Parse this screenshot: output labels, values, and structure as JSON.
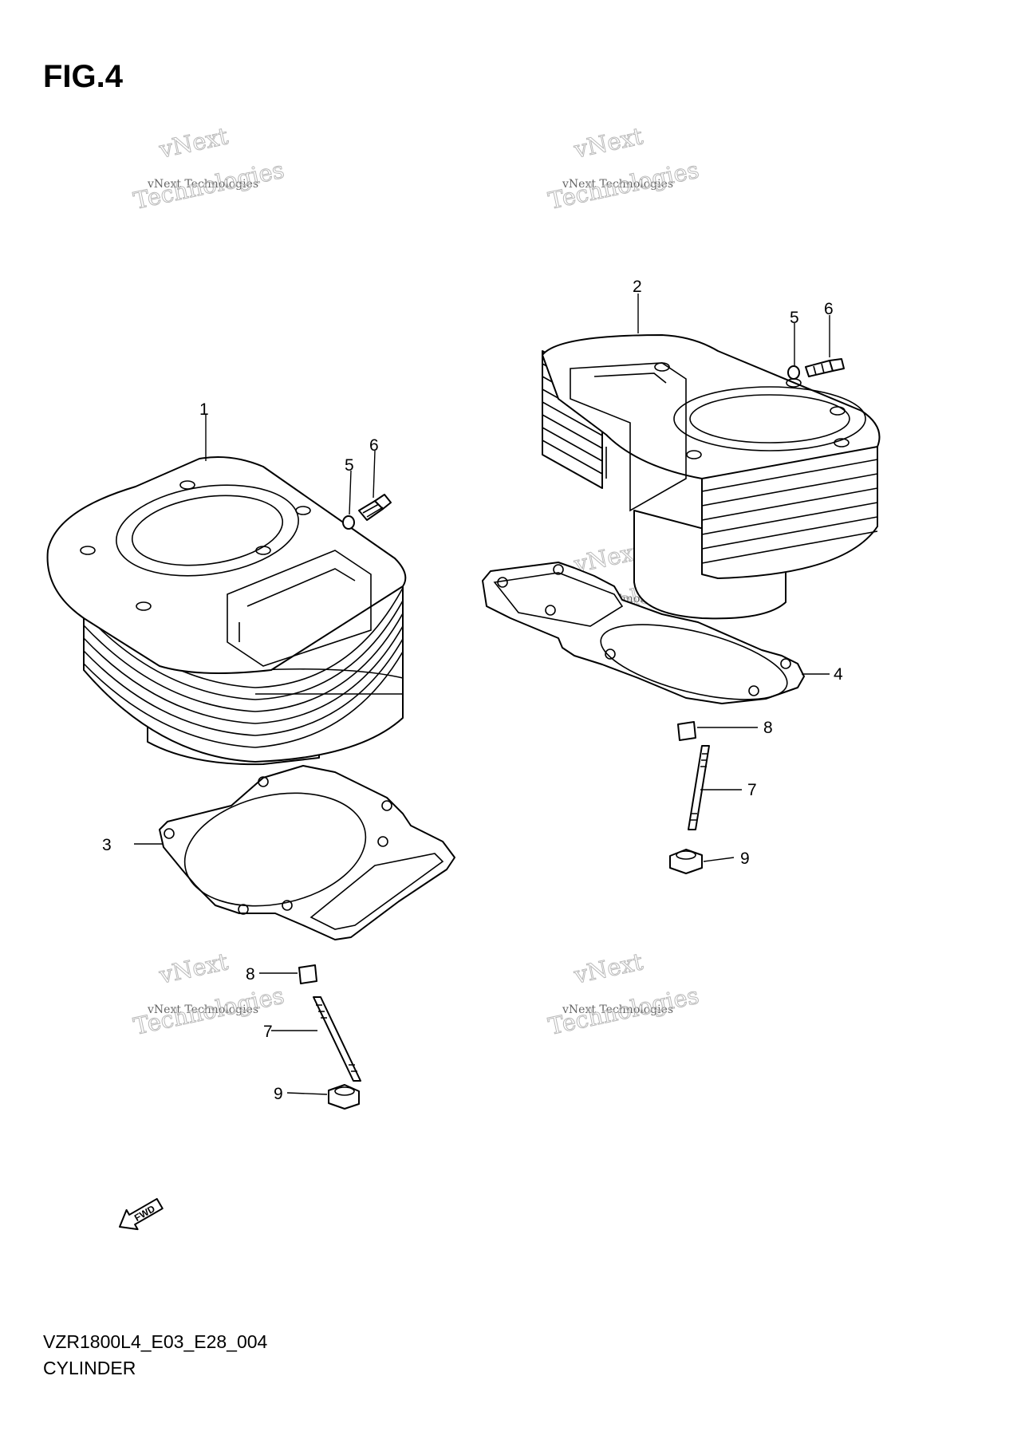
{
  "figure": {
    "title": "FIG.4",
    "code": "VZR1800L4_E03_E28_004",
    "name": "CYLINDER"
  },
  "watermark": {
    "line1": "vNext",
    "line2": "vNext Technologies",
    "line3": "Technologies"
  },
  "fwd_label": "FWD",
  "callouts": {
    "c1": "1",
    "c2": "2",
    "c3": "3",
    "c4": "4",
    "c5a": "5",
    "c5b": "5",
    "c6a": "6",
    "c6b": "6",
    "c7a": "7",
    "c7b": "7",
    "c8a": "8",
    "c8b": "8",
    "c9a": "9",
    "c9b": "9"
  }
}
